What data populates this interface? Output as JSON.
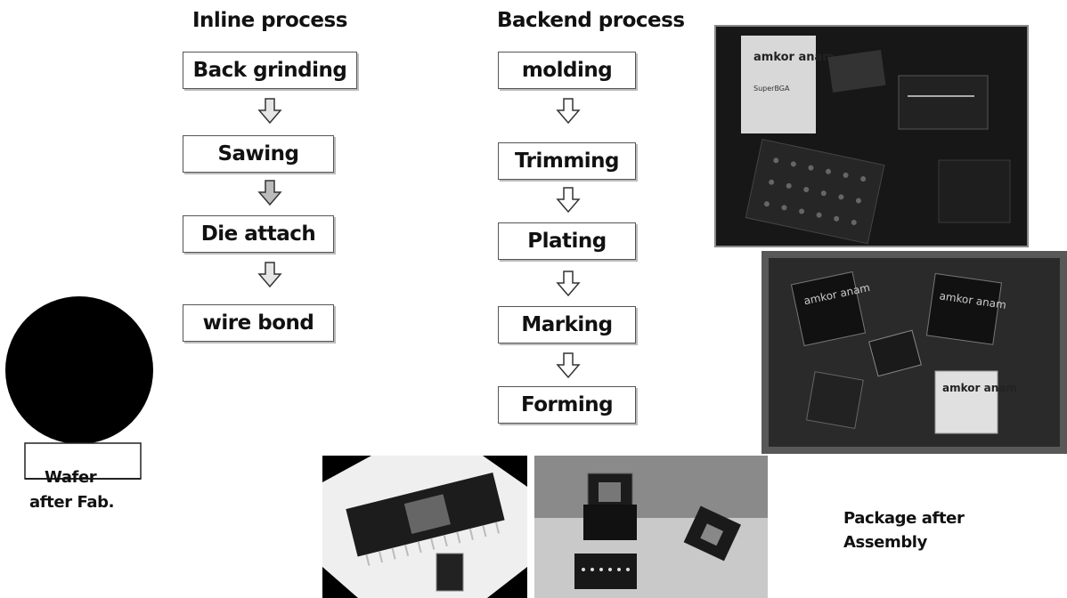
{
  "inline": {
    "heading": "Inline process",
    "steps": [
      "Back grinding",
      "Sawing",
      "Die attach",
      "wire bond"
    ]
  },
  "backend": {
    "heading": "Backend process",
    "steps": [
      "molding",
      "Trimming",
      "Plating",
      "Marking",
      "Forming"
    ]
  },
  "wafer": {
    "caption_line1": "Wafer",
    "caption_line2": "after Fab."
  },
  "package": {
    "caption_line1": "Package after",
    "caption_line2": "Assembly"
  },
  "photos": {
    "chip_logo_text": "amkor anam",
    "superbga_label": "SuperBGA"
  },
  "colors": {
    "text": "#111111",
    "box_border": "#555555",
    "arrow_fill": "#e8e8e8",
    "photo_dark": "#1a1a1a",
    "photo_bg_gray": "#5a5a5a"
  }
}
